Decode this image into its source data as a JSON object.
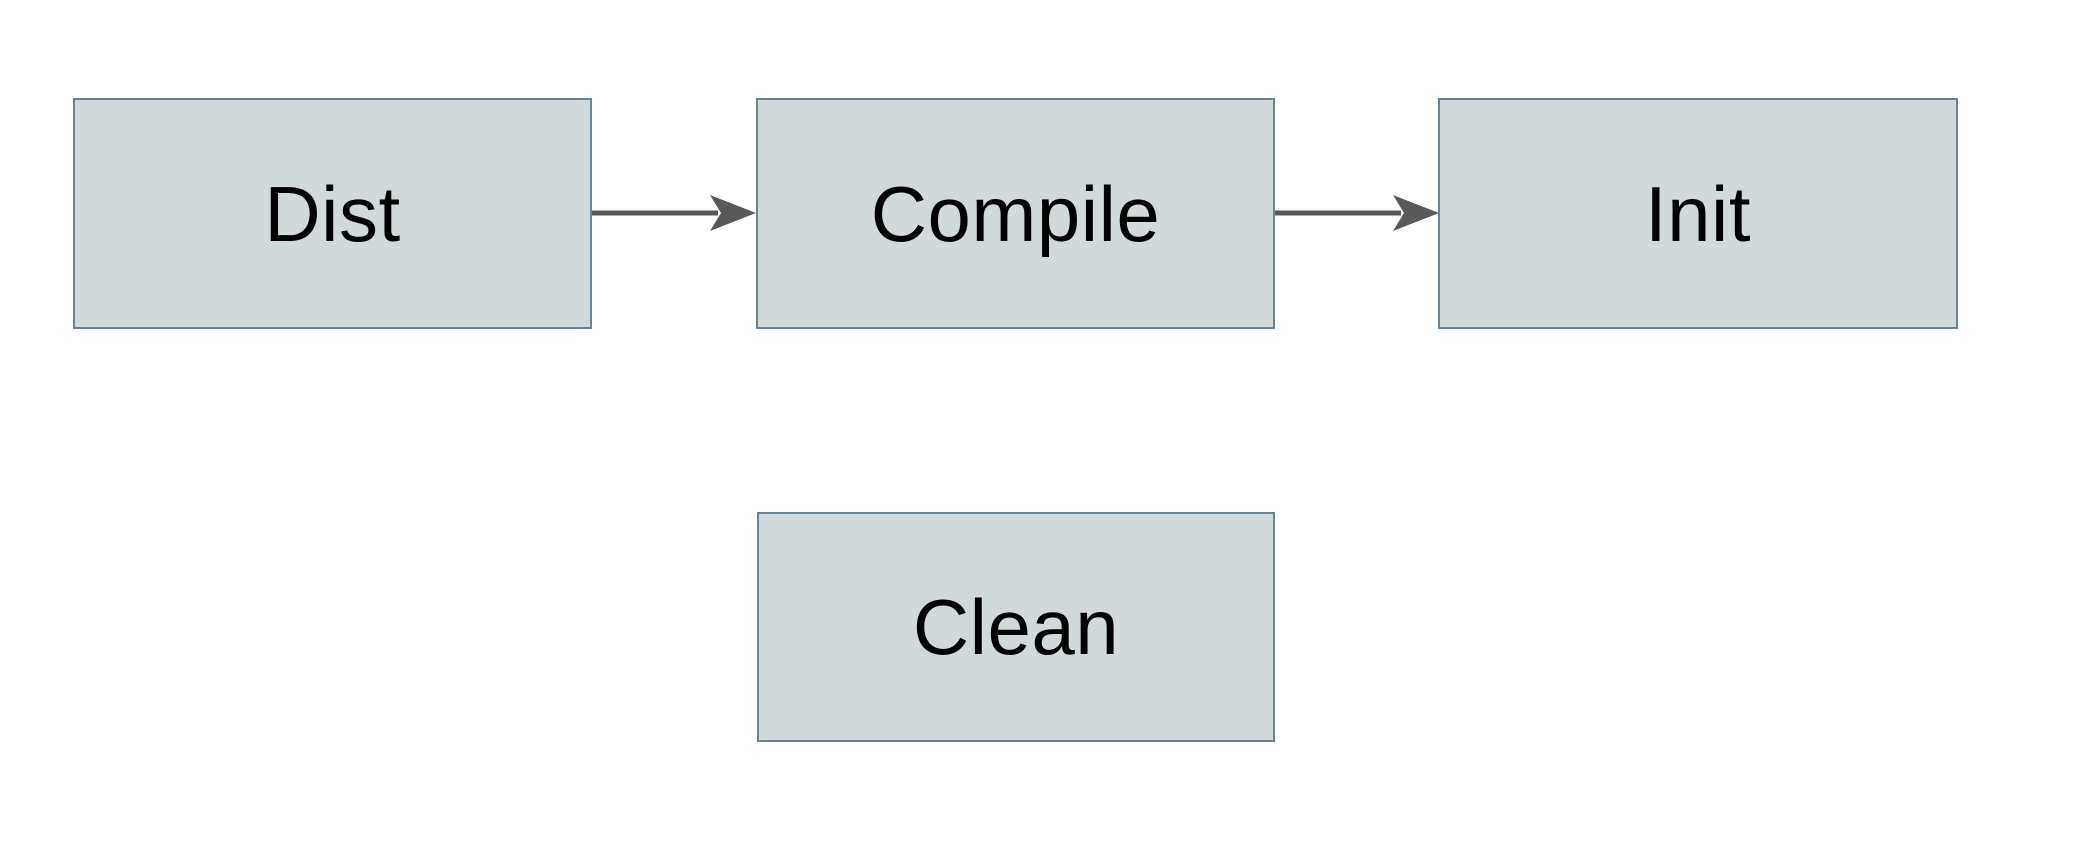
{
  "diagram": {
    "type": "flowchart",
    "nodes": [
      {
        "id": "dist",
        "label": "Dist"
      },
      {
        "id": "compile",
        "label": "Compile"
      },
      {
        "id": "init",
        "label": "Init"
      },
      {
        "id": "clean",
        "label": "Clean"
      }
    ],
    "edges": [
      {
        "from": "Dist",
        "to": "Compile",
        "style": "solid-arrow"
      },
      {
        "from": "Compile",
        "to": "Init",
        "style": "solid-arrow"
      }
    ],
    "colors": {
      "background": "#ffffff",
      "node_fill": "#d1d9db",
      "node_border": "#6a8493",
      "arrow_color": "#58595b",
      "text_color": "#000000"
    }
  }
}
